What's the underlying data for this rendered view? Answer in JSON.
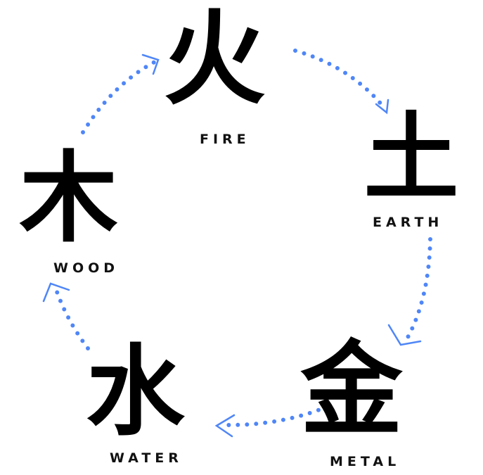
{
  "elements": {
    "fire": {
      "glyph": "火",
      "label": "FIRE"
    },
    "earth": {
      "glyph": "土",
      "label": "EARTH"
    },
    "metal": {
      "glyph": "金",
      "label": "METAL"
    },
    "water": {
      "glyph": "水",
      "label": "WATER"
    },
    "wood": {
      "glyph": "木",
      "label": "WOOD"
    }
  },
  "colors": {
    "arrow": "#4f86f7",
    "ink": "#000000"
  }
}
